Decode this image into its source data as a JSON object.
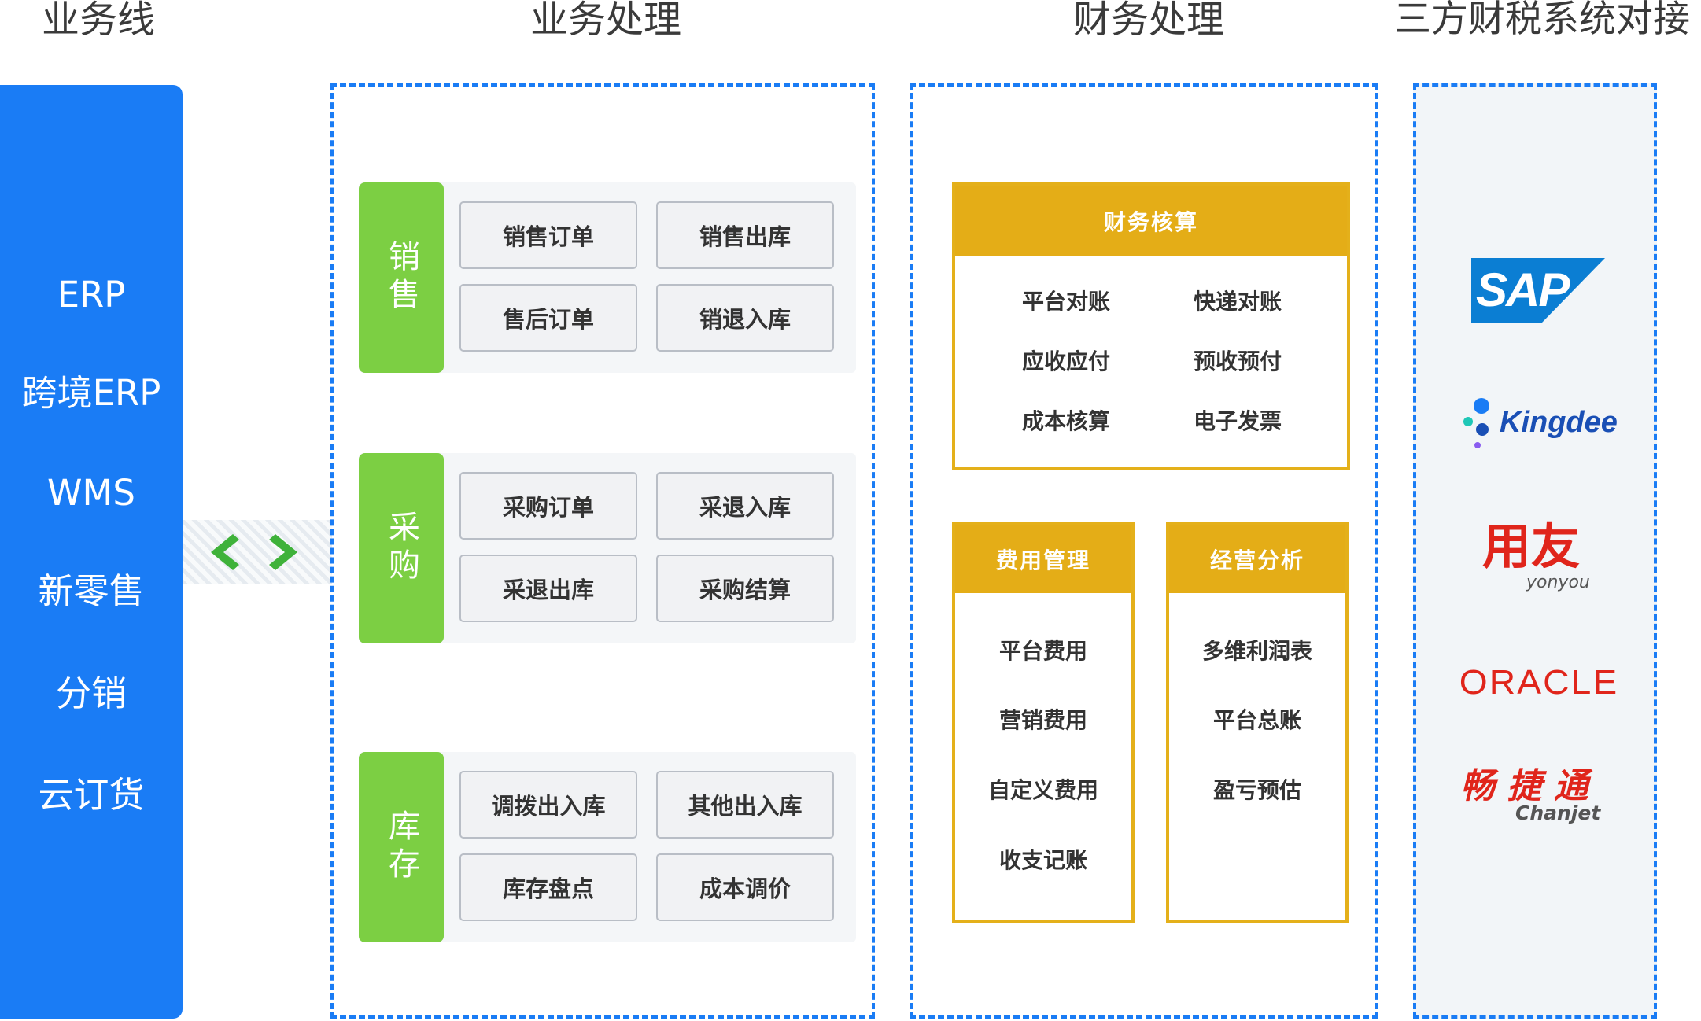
{
  "titles": {
    "bizline": "业务线",
    "biz": "业务处理",
    "fin": "财务处理",
    "third": "三方财税系统对接"
  },
  "bizlines": [
    "ERP",
    "跨境ERP",
    "WMS",
    "新零售",
    "分销",
    "云订货"
  ],
  "groups": [
    {
      "label": "销售",
      "items": [
        "销售订单",
        "销售出库",
        "售后订单",
        "销退入库"
      ]
    },
    {
      "label": "采购",
      "items": [
        "采购订单",
        "采退入库",
        "采退出库",
        "采购结算"
      ]
    },
    {
      "label": "库存",
      "items": [
        "调拨出入库",
        "其他出入库",
        "库存盘点",
        "成本调价"
      ]
    }
  ],
  "finance": {
    "accounting": {
      "title": "财务核算",
      "items": [
        "平台对账",
        "快递对账",
        "应收应付",
        "预收预付",
        "成本核算",
        "电子发票"
      ]
    },
    "expense": {
      "title": "费用管理",
      "items": [
        "平台费用",
        "营销费用",
        "自定义费用",
        "收支记账"
      ]
    },
    "analysis": {
      "title": "经营分析",
      "items": [
        "多维利润表",
        "平台总账",
        "盈亏预估"
      ]
    }
  },
  "logos": {
    "sap": "SAP",
    "kingdee": "Kingdee",
    "yonyou_cn": "用友",
    "yonyou_en": "yonyou",
    "oracle": "ORACLE",
    "chanjet_cn": "畅 捷 通",
    "chanjet_en": "Chanjet"
  },
  "colors": {
    "blue": "#1a7cf5",
    "green": "#7ccf43",
    "gold": "#e4ad17",
    "arrow": "#3fb23a",
    "sap_blue": "#0b7ed3",
    "red": "#e0251b",
    "kingdee_blue": "#1a4fb5",
    "kingdee_teal": "#1fc7b7"
  }
}
